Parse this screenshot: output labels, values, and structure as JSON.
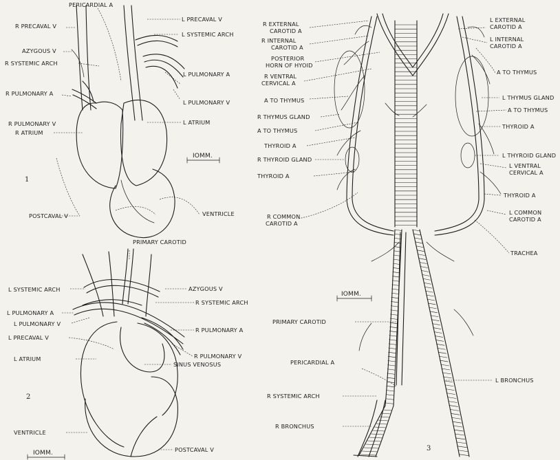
{
  "figure1": {
    "number": "1",
    "scale": "IOMM.",
    "labels": {
      "pericardial_a": "PERICARDIAL A",
      "r_precaval_v": "R PRECAVAL V",
      "l_precaval_v": "L PRECAVAL V",
      "azygous_v": "AZYGOUS V",
      "l_systemic_arch": "L SYSTEMIC ARCH",
      "r_systemic_arch": "R SYSTEMIC ARCH",
      "l_pulmonary_a": "L PULMONARY A",
      "r_pulmonary_a": "R PULMONARY A",
      "l_pulmonary_v": "L PULMONARY V",
      "r_pulmonary_v": "R PULMONARY V",
      "r_atrium": "R ATRIUM",
      "l_atrium": "L ATRIUM",
      "postcaval_v": "POSTCAVAL V",
      "ventricle": "VENTRICLE"
    }
  },
  "figure2": {
    "number": "2",
    "scale": "IOMM.",
    "labels": {
      "primary_carotid": "PRIMARY CAROTID",
      "l_systemic_arch": "L SYSTEMIC ARCH",
      "azygous_v": "AZYGOUS V",
      "r_systemic_arch": "R SYSTEMIC ARCH",
      "l_pulmonary_a": "L PULMONARY A",
      "l_pulmonary_v": "L PULMONARY V",
      "l_precaval_v": "L PRECAVAL V",
      "r_pulmonary_a": "R PULMONARY A",
      "r_pulmonary_v": "R PULMONARY V",
      "l_atrium": "L ATRIUM",
      "sinus_venosus": "SINUS VENOSUS",
      "ventricle": "VENTRICLE",
      "postcaval_v": "POSTCAVAL V"
    }
  },
  "figure3": {
    "number": "3",
    "scale": "IOMM.",
    "labels": {
      "r_external_carotid_a": [
        "R EXTERNAL",
        "CAROTID A"
      ],
      "r_internal_carotid_a": [
        "R INTERNAL",
        "CAROTID A"
      ],
      "posterior_horn_of_hyoid": [
        "POSTERIOR",
        "HORN OF HYOID"
      ],
      "r_ventral_cervical_a": [
        "R VENTRAL",
        "CERVICAL A"
      ],
      "a_to_thymus_r1": "A TO THYMUS",
      "r_thymus_gland": "R THYMUS GLAND",
      "a_to_thymus_r2": "A TO THYMUS",
      "thyroid_a_r1": "THYROID A",
      "r_thyroid_gland": "R THYROID GLAND",
      "thyroid_a_r2": "THYROID A",
      "r_common_carotid_a": [
        "R COMMON",
        "CAROTID A"
      ],
      "l_external_carotid_a": [
        "L EXTERNAL",
        "CAROTID A"
      ],
      "l_internal_carotid_a": [
        "L INTERNAL",
        "CAROTID A"
      ],
      "a_to_thymus_l1": "A TO THYMUS",
      "l_thymus_gland": "L THYMUS GLAND",
      "a_to_thymus_l2": "A TO THYMUS",
      "thyroid_a_l1": "THYROID A",
      "l_thyroid_gland": "L THYROID GLAND",
      "l_ventral_cervical_a": [
        "L VENTRAL",
        "CERVICAL A"
      ],
      "thyroid_a_l2": "THYROID A",
      "l_common_carotid_a": [
        "L COMMON",
        "CAROTID A"
      ],
      "trachea": "TRACHEA",
      "primary_carotid": "PRIMARY CAROTID",
      "pericardial_a": "PERICARDIAL A",
      "r_systemic_arch": "R SYSTEMIC ARCH",
      "r_bronchus": "R BRONCHUS",
      "l_bronchus": "L BRONCHUS"
    }
  }
}
